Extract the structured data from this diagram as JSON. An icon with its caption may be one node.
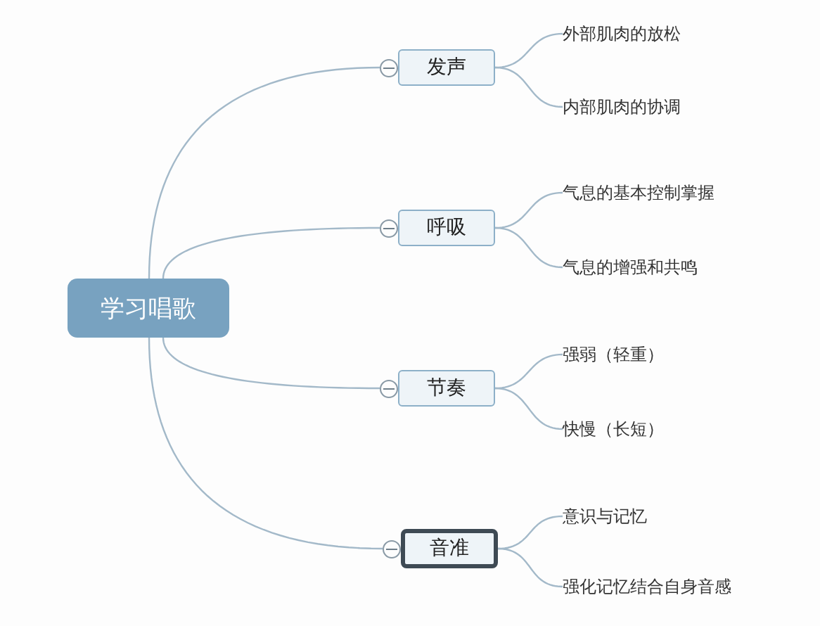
{
  "diagram": {
    "nodes": [
      {
        "text": [
          "学习唱歌"
        ]
      },
      {
        "text": [
          "发声"
        ]
      },
      {
        "text": [
          "外部肌肉的放松"
        ]
      },
      {
        "text": [
          "内部肌肉的协调"
        ]
      },
      {
        "text": [
          "呼吸"
        ]
      },
      {
        "text": [
          "气息的基本控制掌握"
        ]
      },
      {
        "text": [
          "气息的增强和共鸣"
        ]
      },
      {
        "text": [
          "节奏"
        ]
      },
      {
        "text": [
          "强弱（轻重）"
        ]
      },
      {
        "text": [
          "快慢（长短）"
        ]
      },
      {
        "text": [
          "音准"
        ]
      },
      {
        "text": [
          "意识与记忆"
        ]
      },
      {
        "text": [
          "强化记忆结合自身音感"
        ]
      }
    ],
    "edges": [
      {
        "from": 0,
        "to": 1,
        "arrow": "none"
      },
      {
        "from": 0,
        "to": 4,
        "arrow": "none"
      },
      {
        "from": 0,
        "to": 7,
        "arrow": "none"
      },
      {
        "from": 0,
        "to": 10,
        "arrow": "none"
      },
      {
        "from": 1,
        "to": 2,
        "arrow": "none"
      },
      {
        "from": 1,
        "to": 3,
        "arrow": "none"
      },
      {
        "from": 4,
        "to": 5,
        "arrow": "none"
      },
      {
        "from": 4,
        "to": 6,
        "arrow": "none"
      },
      {
        "from": 7,
        "to": 8,
        "arrow": "none"
      },
      {
        "from": 7,
        "to": 9,
        "arrow": "none"
      },
      {
        "from": 10,
        "to": 11,
        "arrow": "none"
      },
      {
        "from": 10,
        "to": 12,
        "arrow": "none"
      }
    ]
  }
}
